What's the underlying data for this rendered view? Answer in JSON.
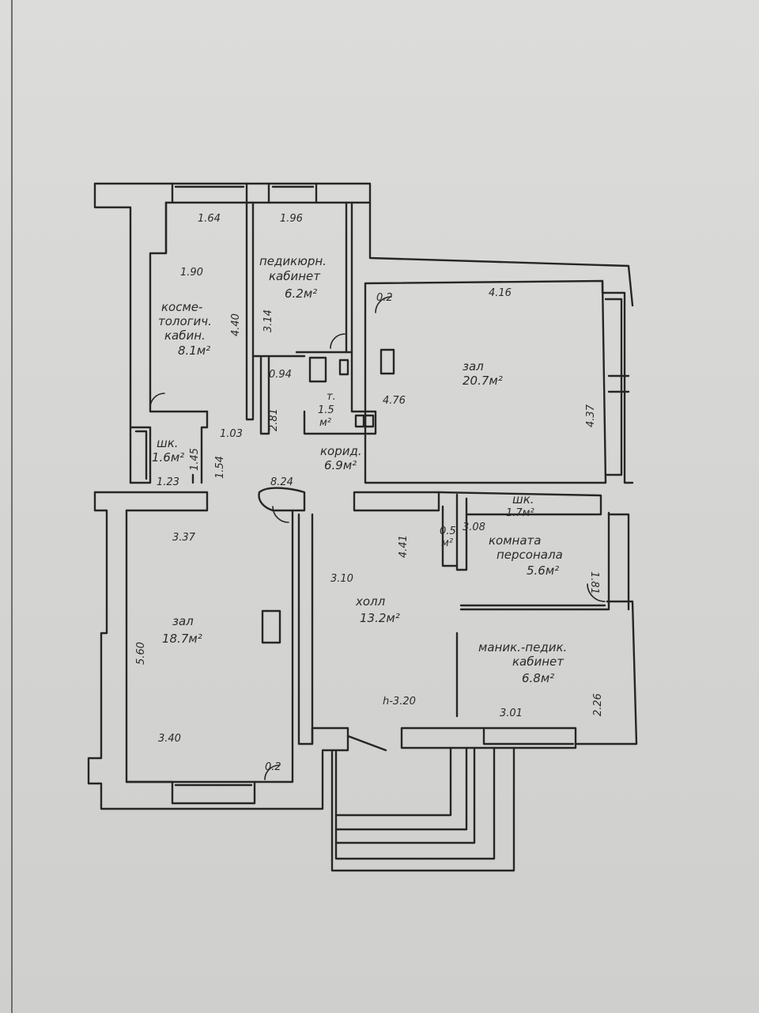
{
  "rooms": {
    "cosmetology": {
      "line1": "космe-",
      "line2": "тологич.",
      "line3": "кабин.",
      "area": "8.1м²"
    },
    "pedicure": {
      "line1": "педикюрн.",
      "line2": "кабинет",
      "area": "6.2м²"
    },
    "hall_right": {
      "name": "зал",
      "area": "20.7м²"
    },
    "toilet": {
      "name": "т.",
      "area": "1.5",
      "unit": "м²"
    },
    "corridor": {
      "name": "корид.",
      "area": "6.9м²"
    },
    "wardrobe_left": {
      "name": "шк.",
      "area": "1.6м²"
    },
    "wardrobe_right": {
      "name": "шк.",
      "area": "1.7м²"
    },
    "staff_room": {
      "line1": "комната",
      "line2": "персонала",
      "area": "5.6м²"
    },
    "lobby": {
      "name": "холл",
      "area": "13.2м²"
    },
    "hall_left": {
      "name": "зал",
      "area": "18.7м²"
    },
    "manicure": {
      "line1": "маник.-педик.",
      "line2": "кабинет",
      "area": "6.8м²"
    },
    "niche": {
      "area": "0.5",
      "unit": "м²"
    }
  },
  "dimensions": {
    "d_1_64": "1.64",
    "d_1_96": "1.96",
    "d_1_90": "1.90",
    "d_4_40": "4.40",
    "d_3_14": "3.14",
    "d_0_94": "0.94",
    "d_2_81": "2.81",
    "d_4_16": "4.16",
    "d_0_2a": "0.2",
    "d_4_76": "4.76",
    "d_4_37": "4.37",
    "d_1_03": "1.03",
    "d_1_45": "1.45",
    "d_1_54": "1.54",
    "d_1_23": "1.23",
    "d_8_24": "8.24",
    "d_3_37": "3.37",
    "d_5_60": "5.60",
    "d_3_40": "3.40",
    "d_0_2b": "0.2",
    "d_3_10": "3.10",
    "d_4_41": "4.41",
    "d_3_08": "3.08",
    "d_1_81": "1.81",
    "d_2_26": "2.26",
    "d_3_01": "3.01",
    "d_height": "h-3.20"
  }
}
